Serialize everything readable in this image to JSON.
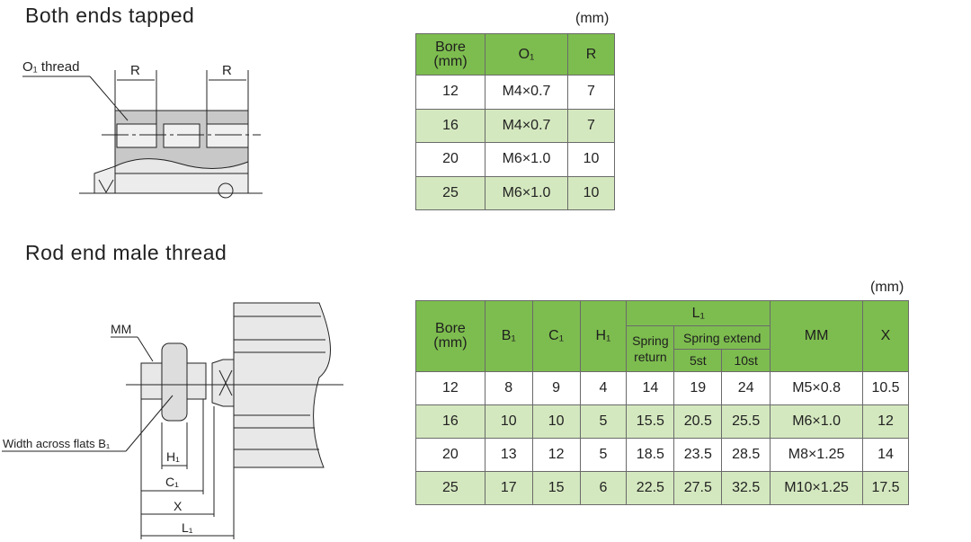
{
  "section1": {
    "title": "Both ends tapped",
    "unit": "(mm)",
    "diagram_labels": {
      "thread": "O₁ thread",
      "r_left": "R",
      "r_right": "R"
    },
    "headers": [
      "Bore\n(mm)",
      "O₁",
      "R"
    ],
    "rows": [
      [
        "12",
        "M4×0.7",
        "7"
      ],
      [
        "16",
        "M4×0.7",
        "7"
      ],
      [
        "20",
        "M6×1.0",
        "10"
      ],
      [
        "25",
        "M6×1.0",
        "10"
      ]
    ]
  },
  "section2": {
    "title": "Rod end male thread",
    "unit": "(mm)",
    "diagram_labels": {
      "mm": "MM",
      "flats": "Width across flats B₁",
      "h1": "H₁",
      "c1": "C₁",
      "x": "X",
      "l1": "L₁"
    },
    "headers": {
      "bore": "Bore\n(mm)",
      "b1": "B₁",
      "c1": "C₁",
      "h1": "H₁",
      "l1": "L₁",
      "spring_return": "Spring return",
      "spring_extend": "Spring extend",
      "st5": "5st",
      "st10": "10st",
      "mm": "MM",
      "x": "X"
    },
    "rows": [
      [
        "12",
        "8",
        "9",
        "4",
        "14",
        "19",
        "24",
        "M5×0.8",
        "10.5"
      ],
      [
        "16",
        "10",
        "10",
        "5",
        "15.5",
        "20.5",
        "25.5",
        "M6×1.0",
        "12"
      ],
      [
        "20",
        "13",
        "12",
        "5",
        "18.5",
        "23.5",
        "28.5",
        "M8×1.25",
        "14"
      ],
      [
        "25",
        "17",
        "15",
        "6",
        "22.5",
        "27.5",
        "32.5",
        "M10×1.25",
        "17.5"
      ]
    ]
  }
}
